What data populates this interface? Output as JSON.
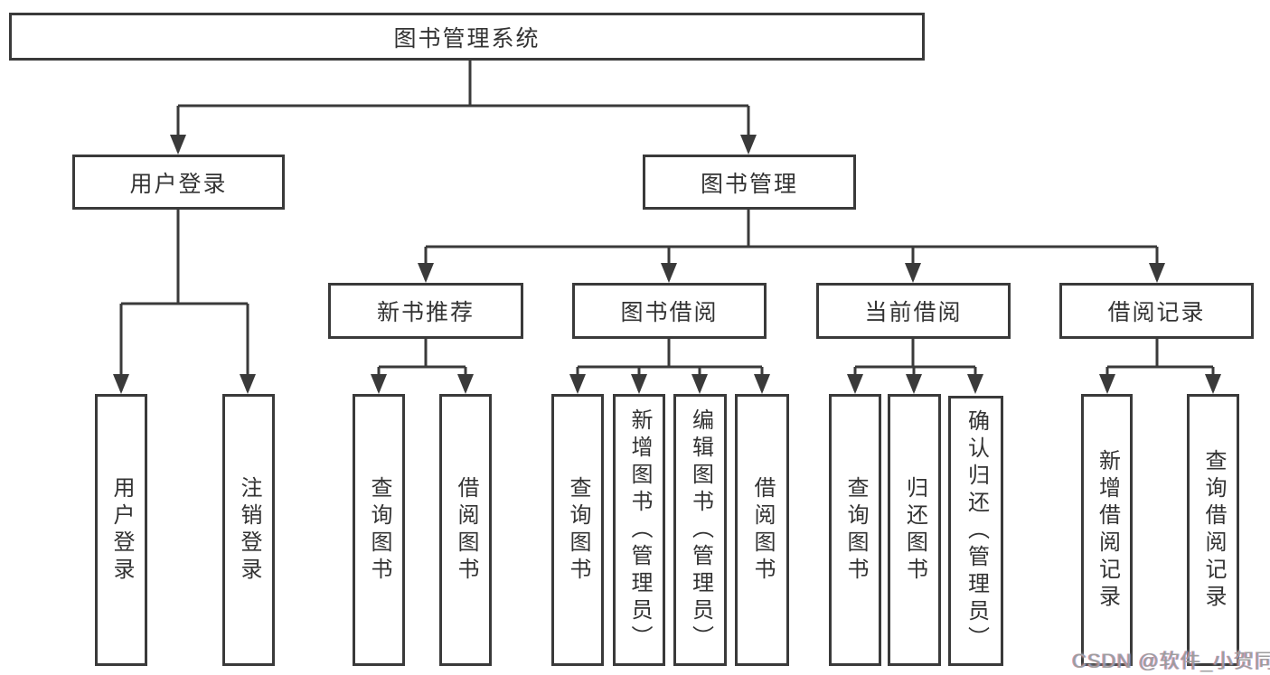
{
  "colors": {
    "line": "#3a3a3a",
    "text": "#333333",
    "background": "#ffffff",
    "watermark": "#9d9d9d"
  },
  "diagram": {
    "root": {
      "label": "图书管理系统"
    },
    "level2": [
      {
        "label": "用户登录"
      },
      {
        "label": "图书管理"
      }
    ],
    "level3": [
      {
        "label": "新书推荐"
      },
      {
        "label": "图书借阅"
      },
      {
        "label": "当前借阅"
      },
      {
        "label": "借阅记录"
      }
    ],
    "leaves": {
      "user_login": [
        {
          "label": "用户登录"
        },
        {
          "label": "注销登录"
        }
      ],
      "new_book": [
        {
          "label": "查询图书"
        },
        {
          "label": "借阅图书"
        }
      ],
      "book_borrow": [
        {
          "label": "查询图书"
        },
        {
          "label": "新增图书（管理员）"
        },
        {
          "label": "编辑图书（管理员）"
        },
        {
          "label": "借阅图书"
        }
      ],
      "current_borrow": [
        {
          "label": "查询图书"
        },
        {
          "label": "归还图书"
        },
        {
          "label": "确认归还（管理员）"
        }
      ],
      "borrow_record": [
        {
          "label": "新增借阅记录"
        },
        {
          "label": "查询借阅记录"
        }
      ]
    }
  },
  "watermark": {
    "text": "CSDN @软件_小贺同学"
  }
}
